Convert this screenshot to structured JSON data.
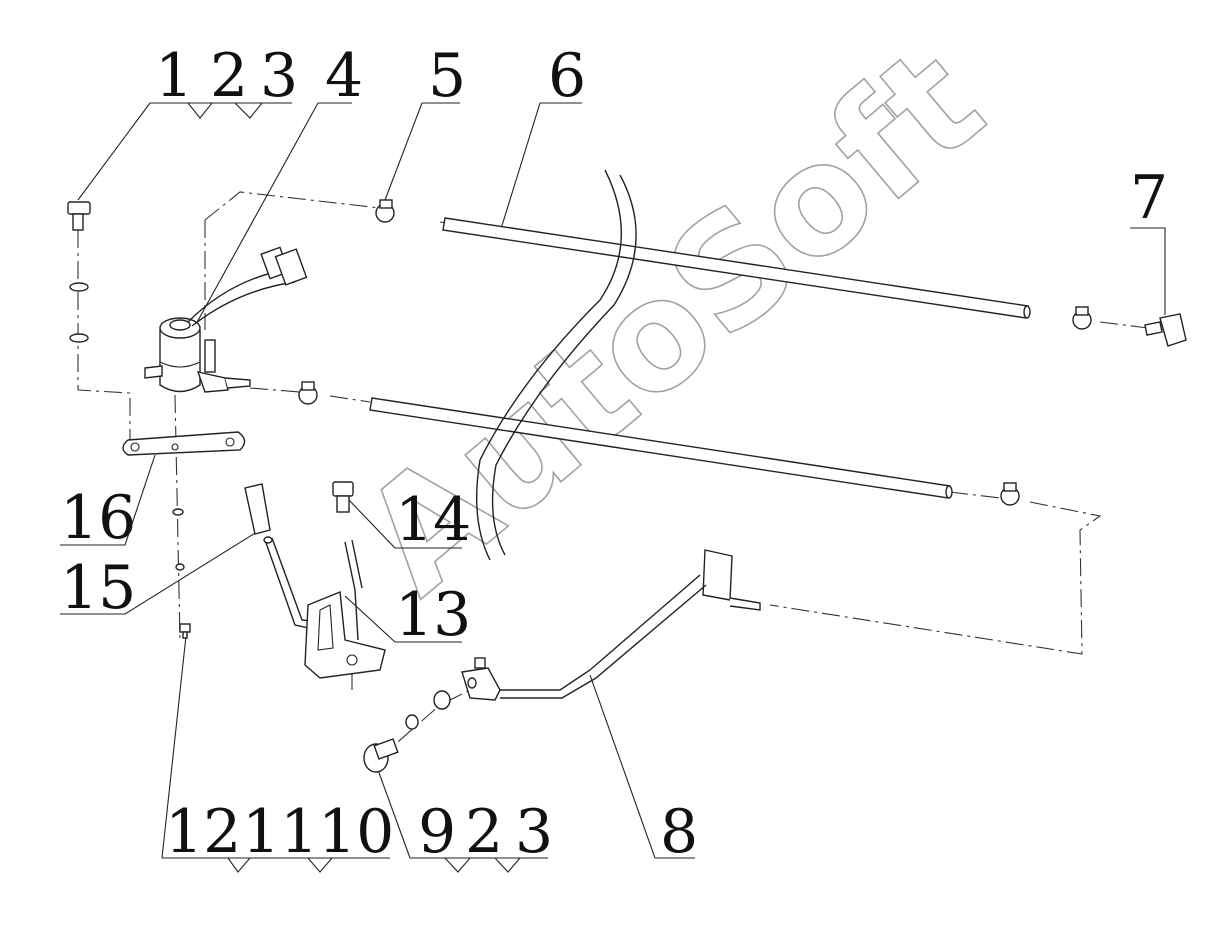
{
  "watermark": "AutoSoft",
  "callouts": {
    "c1": "1",
    "c2": "2",
    "c3": "3",
    "c4": "4",
    "c5": "5",
    "c6": "6",
    "c7": "7",
    "c8": "8",
    "c9": "9",
    "c2b": "2",
    "c3b": "3",
    "c12": "12",
    "c11": "11",
    "c10": "10",
    "c13": "13",
    "c14": "14",
    "c15": "15",
    "c16": "16"
  },
  "colors": {
    "line": "#222222",
    "background": "#ffffff",
    "watermark": "#555555"
  }
}
